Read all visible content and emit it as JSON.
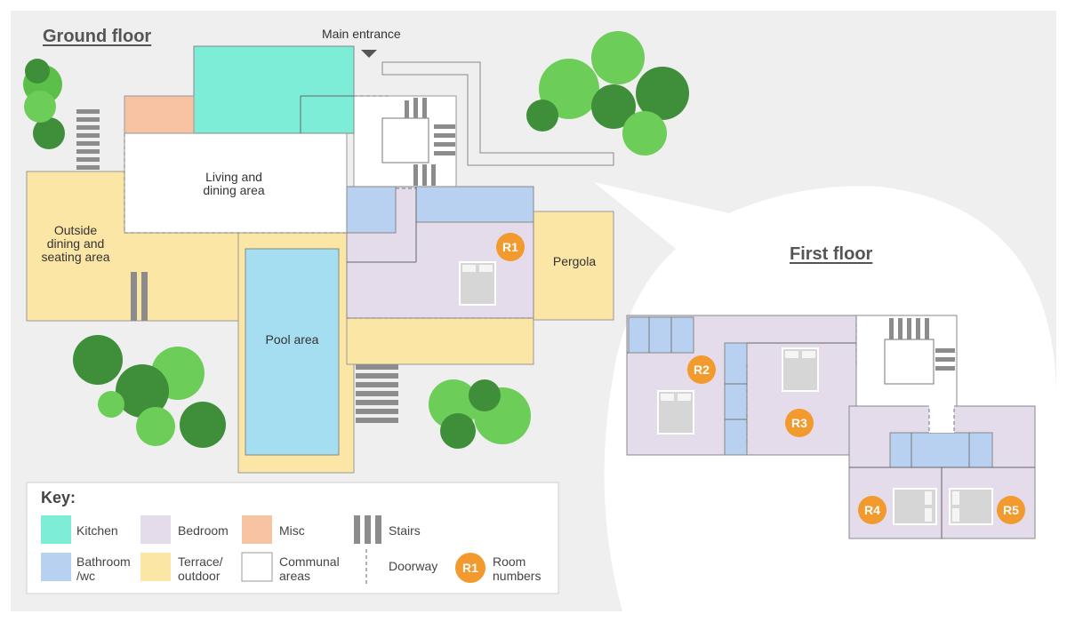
{
  "titles": {
    "ground_floor": "Ground floor",
    "first_floor": "First floor",
    "main_entrance": "Main entrance"
  },
  "areas": {
    "living_dining": "Living and\ndining area",
    "outside_dining": "Outside\ndining and\nseating area",
    "pool": "Pool area",
    "pergola": "Pergola"
  },
  "rooms": {
    "r1": "R1",
    "r2": "R2",
    "r3": "R3",
    "r4": "R4",
    "r5": "R5"
  },
  "key": {
    "title": "Key:",
    "kitchen": "Kitchen",
    "bedroom": "Bedroom",
    "misc": "Misc",
    "stairs": "Stairs",
    "bathroom": "Bathroom\n/wc",
    "terrace": "Terrace/\noutdoor",
    "communal": "Communal\nareas",
    "doorway": "Doorway",
    "room_badge": "R1",
    "room_numbers": "Room\nnumbers"
  },
  "colors": {
    "kitchen": "#7eedd8",
    "bedroom": "#e4dcea",
    "misc": "#f8c3a3",
    "bathroom": "#b9d1f0",
    "terrace": "#fbe6a6",
    "pool": "#a5def0",
    "communal": "#ffffff",
    "stairs": "#8c8c8c",
    "badge": "#f29a2e",
    "background": "#efefef"
  }
}
